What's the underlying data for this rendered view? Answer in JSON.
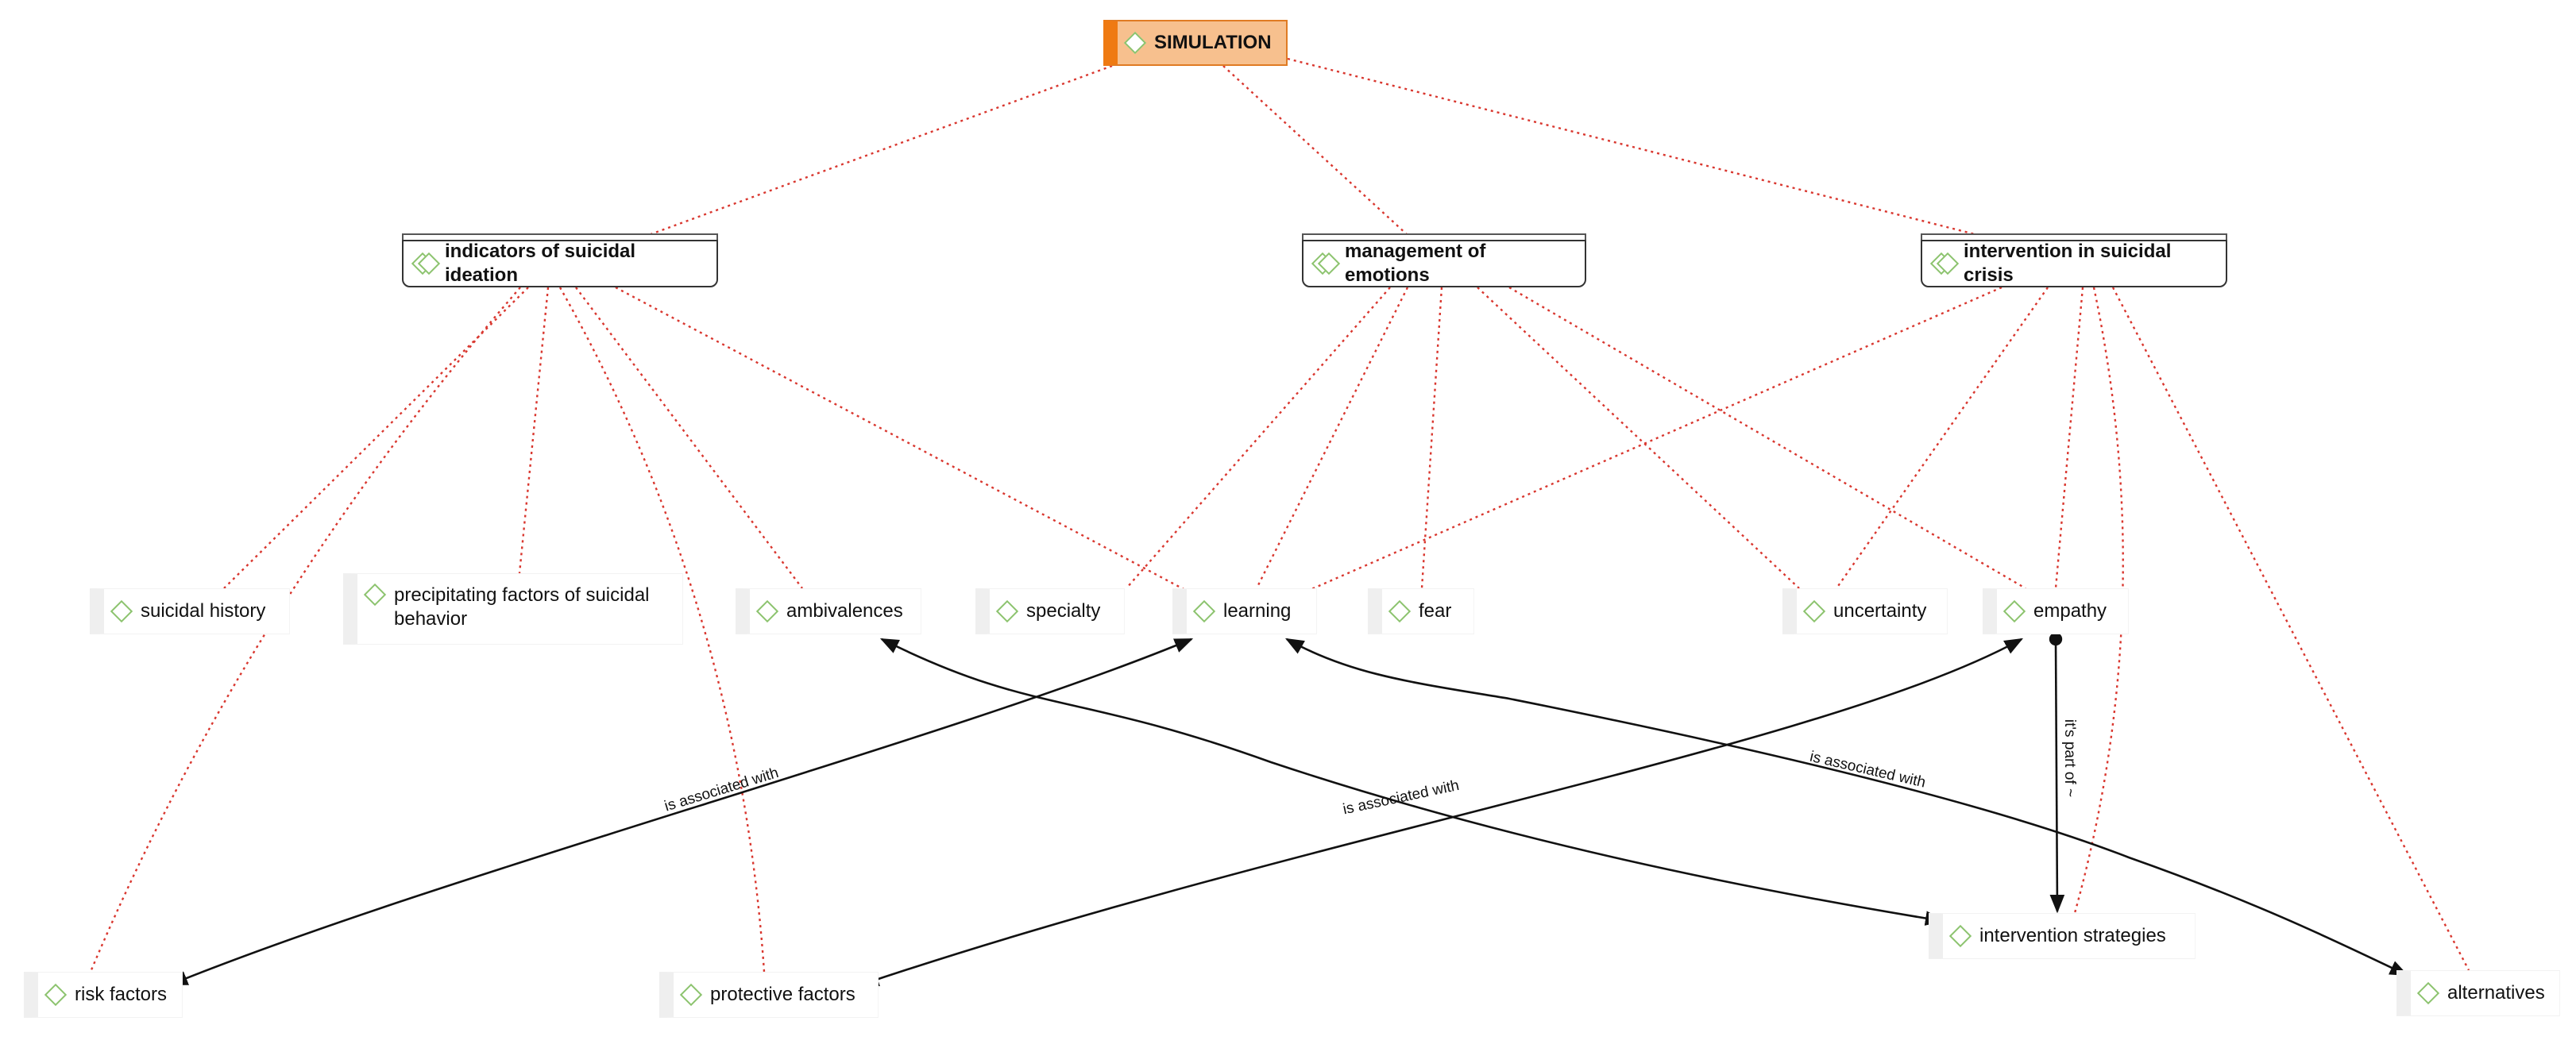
{
  "root": {
    "id": "simulation",
    "label": "SIMULATION"
  },
  "groups": [
    {
      "id": "indicators",
      "label": "indicators of suicidal ideation"
    },
    {
      "id": "management",
      "label": "management of emotions"
    },
    {
      "id": "intervention",
      "label": "intervention in suicidal crisis"
    }
  ],
  "codes": [
    {
      "id": "suicidal_history",
      "label": "suicidal history"
    },
    {
      "id": "precipitating",
      "label": "precipitating factors of suicidal behavior"
    },
    {
      "id": "ambivalences",
      "label": "ambivalences"
    },
    {
      "id": "specialty",
      "label": "specialty"
    },
    {
      "id": "learning",
      "label": "learning"
    },
    {
      "id": "fear",
      "label": "fear"
    },
    {
      "id": "uncertainty",
      "label": "uncertainty"
    },
    {
      "id": "empathy",
      "label": "empathy"
    },
    {
      "id": "intervention_strategies",
      "label": "intervention strategies"
    },
    {
      "id": "risk_factors",
      "label": "risk factors"
    },
    {
      "id": "protective_factors",
      "label": "protective factors"
    },
    {
      "id": "alternatives",
      "label": "alternatives"
    }
  ],
  "hierarchy_links": [
    [
      "simulation",
      "indicators"
    ],
    [
      "simulation",
      "management"
    ],
    [
      "simulation",
      "intervention"
    ],
    [
      "indicators",
      "suicidal_history"
    ],
    [
      "indicators",
      "precipitating"
    ],
    [
      "indicators",
      "ambivalences"
    ],
    [
      "indicators",
      "learning"
    ],
    [
      "indicators",
      "risk_factors"
    ],
    [
      "indicators",
      "protective_factors"
    ],
    [
      "management",
      "specialty"
    ],
    [
      "management",
      "learning"
    ],
    [
      "management",
      "fear"
    ],
    [
      "management",
      "uncertainty"
    ],
    [
      "management",
      "empathy"
    ],
    [
      "intervention",
      "learning"
    ],
    [
      "intervention",
      "uncertainty"
    ],
    [
      "intervention",
      "empathy"
    ],
    [
      "intervention",
      "intervention_strategies"
    ],
    [
      "intervention",
      "alternatives"
    ]
  ],
  "relations": [
    {
      "from": "learning",
      "to": "risk_factors",
      "label": "is associated with",
      "double": true
    },
    {
      "from": "empathy",
      "to": "protective_factors",
      "label": "is associated with",
      "double": true
    },
    {
      "from": "ambivalences",
      "to": "intervention_strategies",
      "label": "",
      "double": true
    },
    {
      "from": "learning",
      "to": "alternatives",
      "label": "is associated with",
      "double": true
    },
    {
      "from": "empathy",
      "to": "intervention_strategies",
      "label": "it's part of ~",
      "double": false
    }
  ]
}
